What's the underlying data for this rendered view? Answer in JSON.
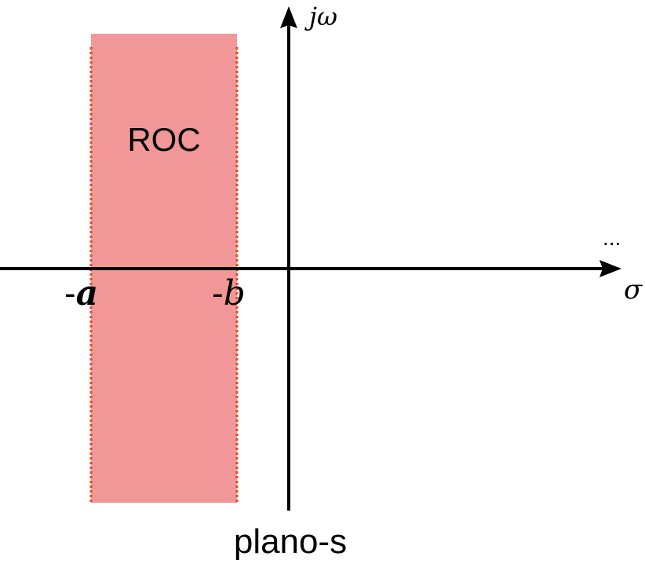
{
  "diagram": {
    "region_label": "ROC",
    "real_axis_label": "σ",
    "imag_axis_label": "jω",
    "plane_label": "plano-s",
    "corner_mark": "...",
    "left_bound": {
      "sign": "-",
      "symbol": "a"
    },
    "right_bound": {
      "sign": "-",
      "symbol": "b"
    },
    "colors": {
      "region_fill": "#f29797",
      "region_border": "#e8461e",
      "axis": "#000000"
    }
  }
}
